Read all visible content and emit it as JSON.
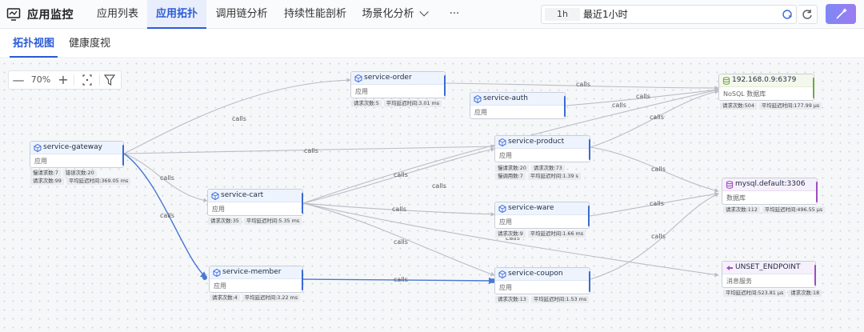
{
  "app": {
    "title": "应用监控"
  },
  "nav": {
    "tabs": [
      {
        "label": "应用列表"
      },
      {
        "label": "应用拓扑"
      },
      {
        "label": "调用链分析"
      },
      {
        "label": "持续性能剖析"
      },
      {
        "label": "场景化分析"
      },
      {
        "label": "···"
      }
    ],
    "active": "应用拓扑"
  },
  "time": {
    "chip": "1h",
    "label": "最近1小时"
  },
  "subtabs": [
    {
      "label": "拓扑视图"
    },
    {
      "label": "健康度视图"
    }
  ],
  "zoom": {
    "level": "70%"
  },
  "edge_label": "calls",
  "nodes": {
    "gateway": {
      "name": "service-gateway",
      "type": "应用",
      "stats": [
        "慢请求数:7",
        "错误次数:20",
        "请求次数:99",
        "平均延迟时间:369.05 ms"
      ]
    },
    "order": {
      "name": "service-order",
      "type": "应用",
      "stats": [
        "请求次数:5",
        "平均延迟时间:3.01 ms"
      ]
    },
    "auth": {
      "name": "service-auth",
      "type": "应用",
      "stats": []
    },
    "product": {
      "name": "service-product",
      "type": "应用",
      "stats": [
        "慢请求数:20",
        "请求次数:73",
        "慢调用数:7",
        "平均延迟时间:1.39 s"
      ]
    },
    "cart": {
      "name": "service-cart",
      "type": "应用",
      "stats": [
        "请求次数:35",
        "平均延迟时间:5.35 ms"
      ]
    },
    "ware": {
      "name": "service-ware",
      "type": "应用",
      "stats": [
        "请求次数:9",
        "平均延迟时间:1.66 ms"
      ]
    },
    "member": {
      "name": "service-member",
      "type": "应用",
      "stats": [
        "请求次数:4",
        "平均延迟时间:3.22 ms"
      ]
    },
    "coupon": {
      "name": "service-coupon",
      "type": "应用",
      "stats": [
        "请求次数:13",
        "平均延迟时间:1.53 ms"
      ]
    },
    "redis": {
      "name": "192.168.0.9:6379",
      "type": "NoSQL 数据库",
      "stats": [
        "请求次数:504",
        "平均延迟时间:177.99 μs"
      ]
    },
    "mysql": {
      "name": "mysql.default:3306",
      "type": "数据库",
      "stats": [
        "请求次数:112",
        "平均延迟时间:496.55 μs"
      ]
    },
    "unset": {
      "name": "UNSET_ENDPOINT",
      "type": "消息服务",
      "stats": [
        "平均延迟时间:523.81 μs",
        "请求次数:18"
      ]
    }
  },
  "colors": {
    "accent": "#2b5bd7",
    "edge": "#b9bdc6",
    "edge_highlight": "#4a78d4",
    "db": "#a04bc0",
    "nosql": "#6ea84a"
  }
}
